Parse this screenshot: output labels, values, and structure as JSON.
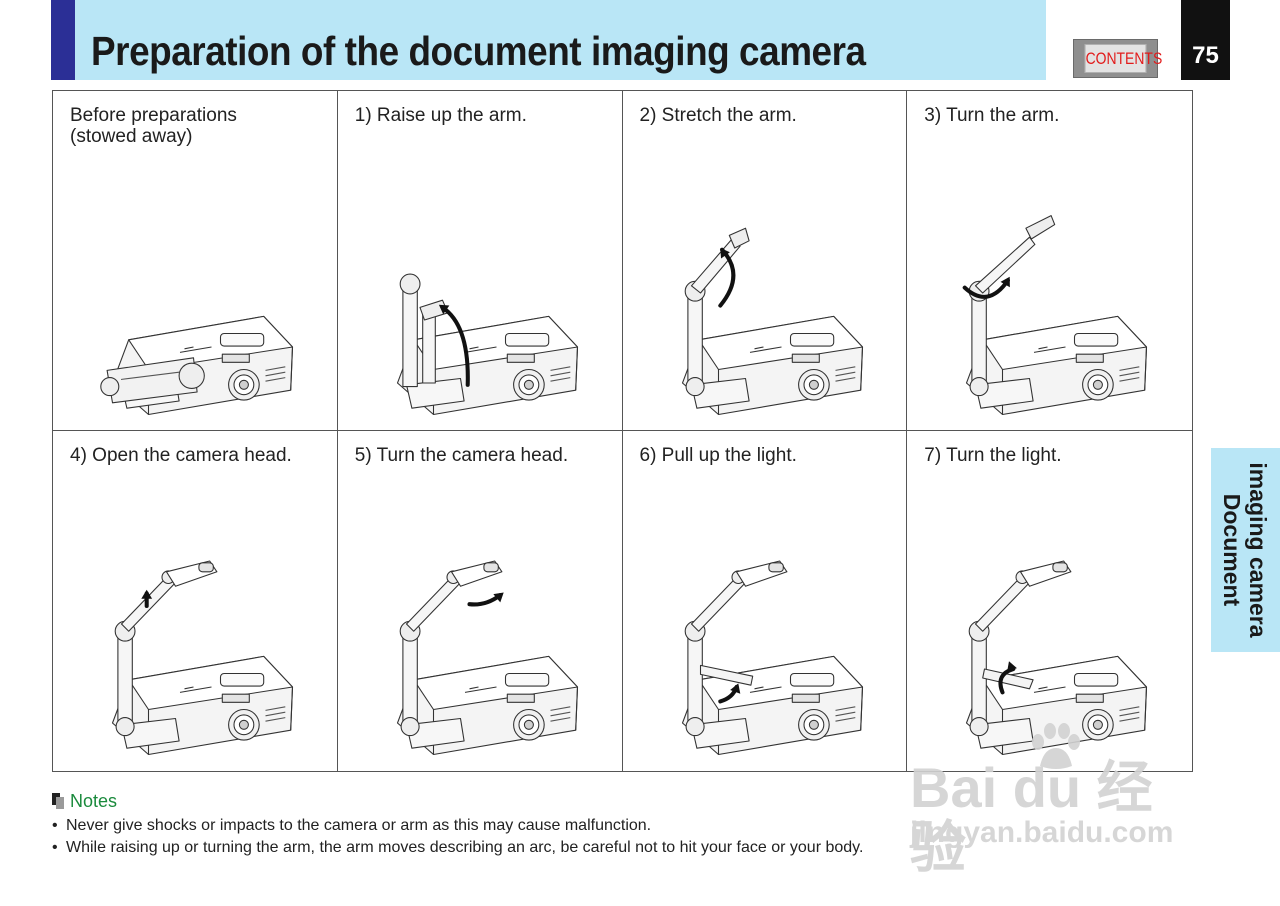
{
  "header": {
    "title": "Preparation of the document imaging camera",
    "contents_button": "CONTENTS",
    "page_number": "75"
  },
  "steps": [
    {
      "caption": "Before preparations\n(stowed away)",
      "state": "stowed"
    },
    {
      "caption": "1) Raise up the arm.",
      "state": "raise-arm"
    },
    {
      "caption": "2) Stretch the arm.",
      "state": "stretch-arm"
    },
    {
      "caption": "3) Turn the arm.",
      "state": "turn-arm"
    },
    {
      "caption": "4) Open the camera head.",
      "state": "open-head"
    },
    {
      "caption": "5) Turn the camera head.",
      "state": "turn-head"
    },
    {
      "caption": "6) Pull up the light.",
      "state": "pull-light"
    },
    {
      "caption": "7) Turn the light.",
      "state": "turn-light"
    }
  ],
  "side_tab": {
    "line1": "Document",
    "line2": "imaging camera"
  },
  "notes": {
    "heading": "Notes",
    "items": [
      "Never give shocks or impacts to the camera or arm as this may cause malfunction.",
      "While raising up or turning the arm, the arm moves describing an arc, be careful not to hit your face or your body."
    ]
  },
  "watermark": {
    "line1": "Bai du 经验",
    "line2": "jingyan.baidu.com"
  },
  "colors": {
    "title_band": "#b9e6f6",
    "title_accent": "#2b2f96",
    "contents_text": "#e21b1b",
    "notes_heading": "#1a8a3c",
    "page_number_bg": "#111111"
  }
}
